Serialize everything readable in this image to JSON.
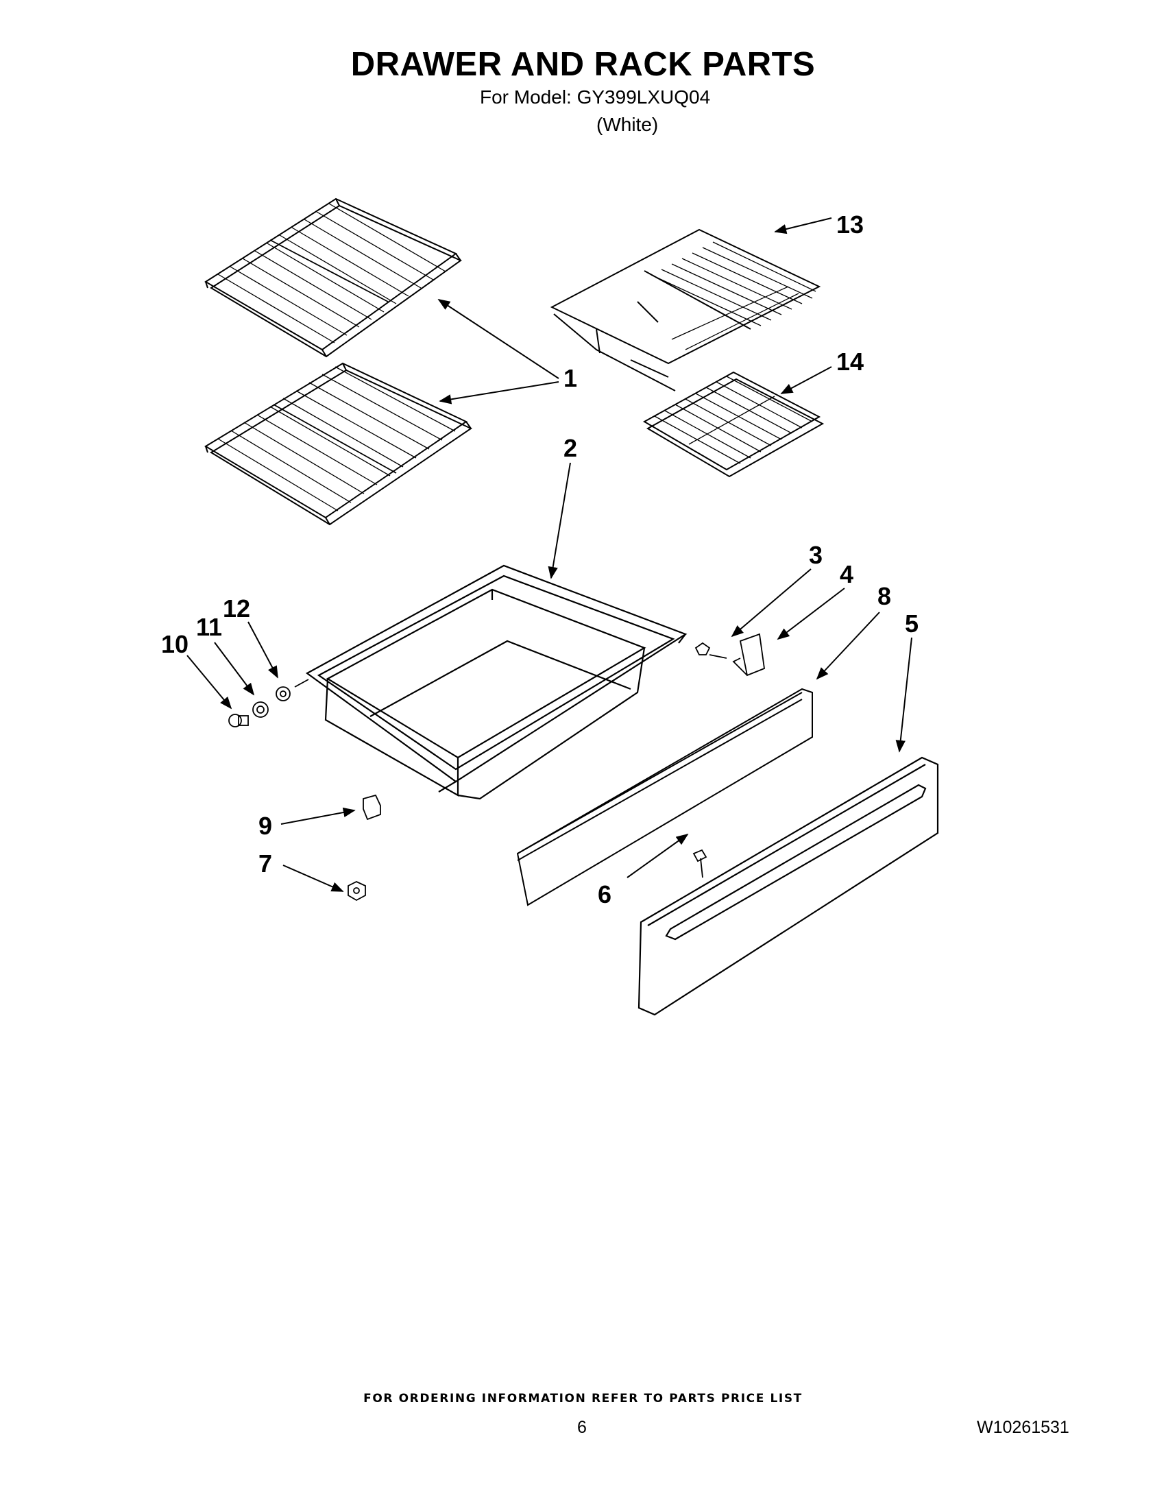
{
  "header": {
    "title": "DRAWER AND RACK PARTS",
    "model_line": "For Model: GY399LXUQ04",
    "color_line": "(White)"
  },
  "diagram": {
    "callouts": [
      "1",
      "2",
      "3",
      "4",
      "5",
      "6",
      "7",
      "8",
      "9",
      "10",
      "11",
      "12",
      "13",
      "14"
    ]
  },
  "footer": {
    "ordering_note": "FOR ORDERING INFORMATION REFER TO PARTS PRICE LIST",
    "page_number": "6",
    "document_number": "W10261531"
  }
}
